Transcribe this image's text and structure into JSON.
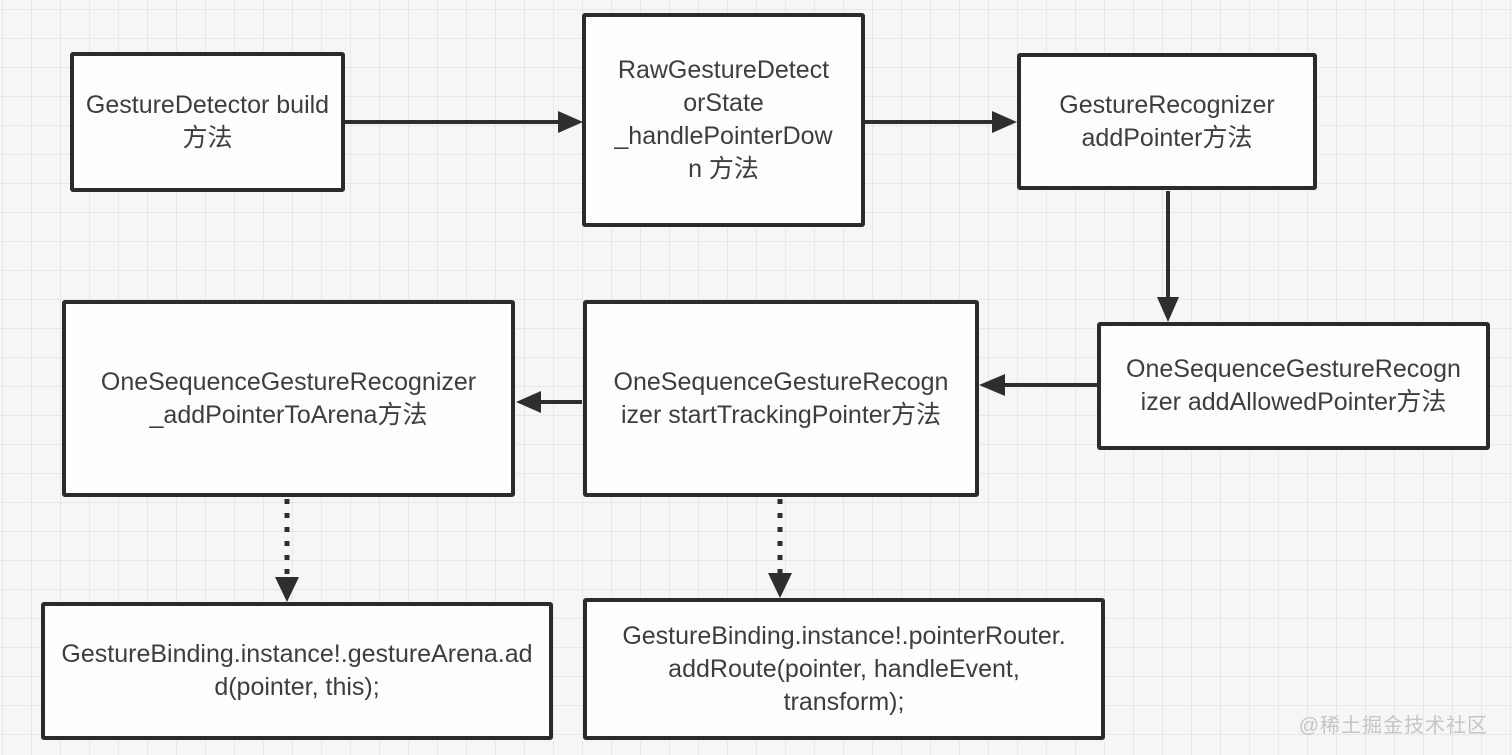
{
  "diagram": {
    "nodes": [
      {
        "id": "gesture-detector-build",
        "label": "GestureDetector build 方法"
      },
      {
        "id": "raw-gesture-detector-state-handle-pointer-down",
        "label": "RawGestureDetectorState _handlePointerDown 方法"
      },
      {
        "id": "gesture-recognizer-add-pointer",
        "label": "GestureRecognizer addPointer方法"
      },
      {
        "id": "one-sequence-gesture-recognizer-add-allowed-pointer",
        "label": "OneSequenceGestureRecognizer addAllowedPointer方法"
      },
      {
        "id": "one-sequence-gesture-recognizer-start-tracking-pointer",
        "label": "OneSequenceGestureRecognizer startTrackingPointer方法"
      },
      {
        "id": "one-sequence-gesture-recognizer-add-pointer-to-arena",
        "label": "OneSequenceGestureRecognizer _addPointerToArena方法"
      },
      {
        "id": "gesture-binding-gesture-arena-add",
        "label": "GestureBinding.instance!.gestureArena.add(pointer, this);"
      },
      {
        "id": "gesture-binding-pointer-router-add-route",
        "label": "GestureBinding.instance!.pointerRouter.addRoute(pointer, handleEvent, transform);"
      }
    ],
    "edges": [
      {
        "from": "gesture-detector-build",
        "to": "raw-gesture-detector-state-handle-pointer-down",
        "style": "solid",
        "direction": "right"
      },
      {
        "from": "raw-gesture-detector-state-handle-pointer-down",
        "to": "gesture-recognizer-add-pointer",
        "style": "solid",
        "direction": "right"
      },
      {
        "from": "gesture-recognizer-add-pointer",
        "to": "one-sequence-gesture-recognizer-add-allowed-pointer",
        "style": "solid",
        "direction": "down"
      },
      {
        "from": "one-sequence-gesture-recognizer-add-allowed-pointer",
        "to": "one-sequence-gesture-recognizer-start-tracking-pointer",
        "style": "solid",
        "direction": "left"
      },
      {
        "from": "one-sequence-gesture-recognizer-start-tracking-pointer",
        "to": "one-sequence-gesture-recognizer-add-pointer-to-arena",
        "style": "solid",
        "direction": "left"
      },
      {
        "from": "one-sequence-gesture-recognizer-add-pointer-to-arena",
        "to": "gesture-binding-gesture-arena-add",
        "style": "dotted",
        "direction": "down"
      },
      {
        "from": "one-sequence-gesture-recognizer-start-tracking-pointer",
        "to": "gesture-binding-pointer-router-add-route",
        "style": "dotted",
        "direction": "down"
      }
    ],
    "watermark": "@稀土掘金技术社区",
    "colors": {
      "background": "#f7f6f4",
      "grid_line": "#e9e7e4",
      "node_border": "#2b2b2b",
      "node_fill": "#fefefe",
      "text": "#3d3d3d",
      "arrow": "#2e2e2e",
      "watermark": "#c7c5c3"
    }
  }
}
